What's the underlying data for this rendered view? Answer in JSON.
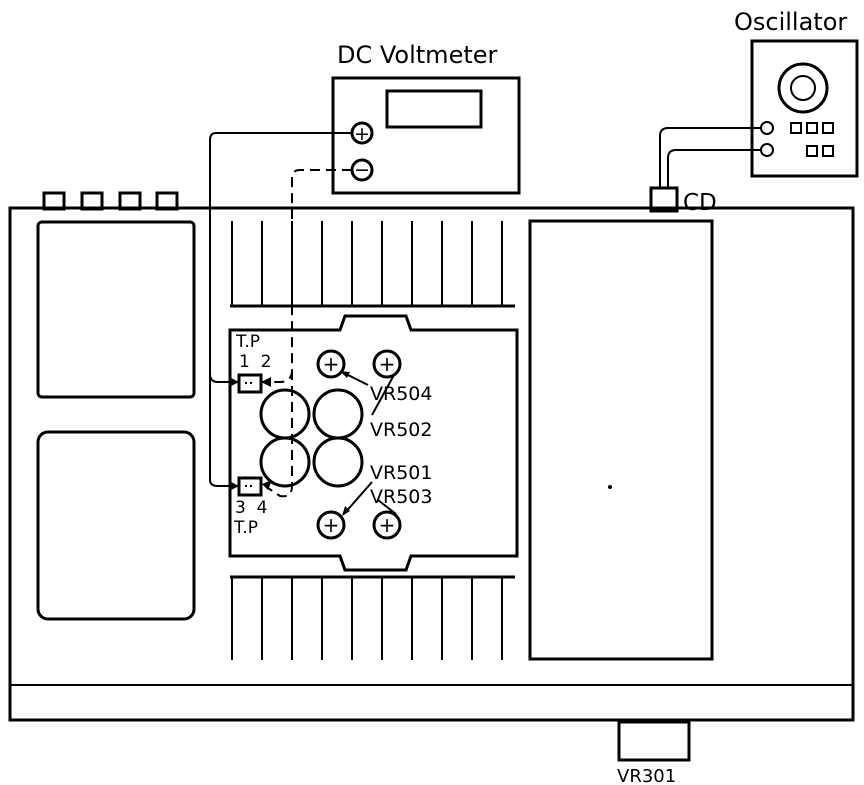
{
  "diagram": {
    "instruments": {
      "voltmeter": {
        "label": "DC Voltmeter",
        "plus_symbol": "+",
        "minus_symbol": "−"
      },
      "oscillator": {
        "label": "Oscillator"
      }
    },
    "connector_label": "CD",
    "test_points": {
      "top_label": "T.P",
      "top_numbers": "1  2",
      "bottom_numbers": "3  4",
      "bottom_label": "T.P"
    },
    "trimmers": {
      "vr504": "VR504",
      "vr502": "VR502",
      "vr501": "VR501",
      "vr503": "VR503",
      "vr301": "VR301"
    },
    "trimmer_symbol": "+"
  }
}
